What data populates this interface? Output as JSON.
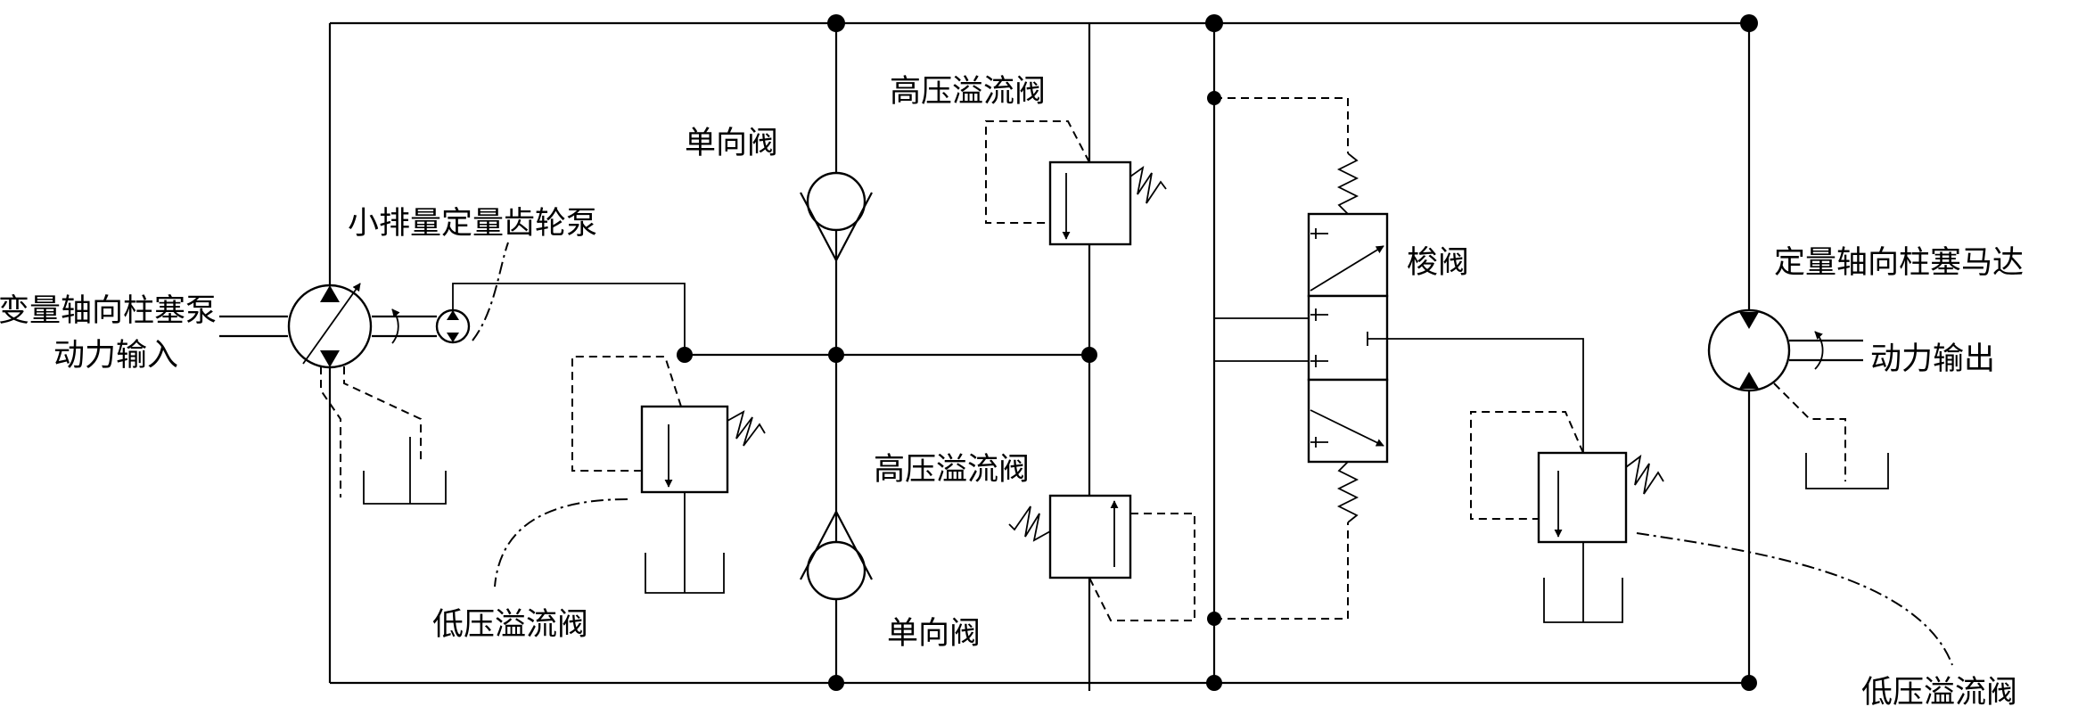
{
  "labels": {
    "variable_pump_name": "变量轴向柱塞泵",
    "power_input": "动力输入",
    "gear_pump_name": "小排量定量齿轮泵",
    "check_valve_top": "单向阀",
    "check_valve_bottom": "单向阀",
    "high_relief_top": "高压溢流阀",
    "high_relief_bottom": "高压溢流阀",
    "low_relief_left": "低压溢流阀",
    "low_relief_right": "低压溢流阀",
    "shuttle_valve": "梭阀",
    "motor_name": "定量轴向柱塞马达",
    "power_output": "动力输出"
  }
}
